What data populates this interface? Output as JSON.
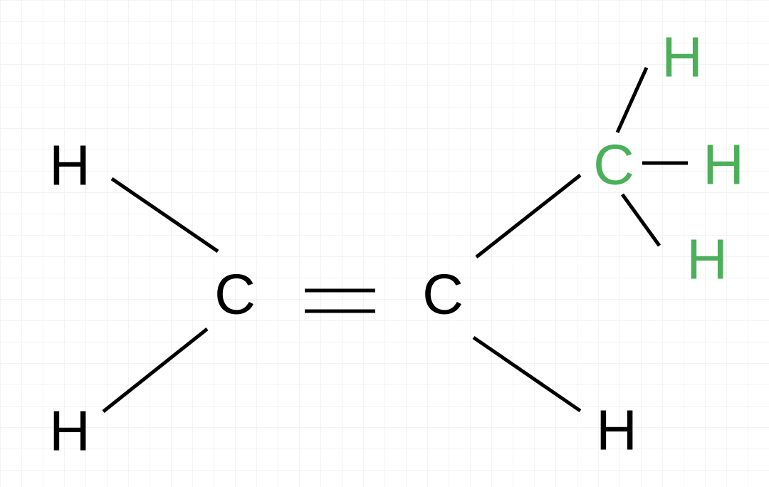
{
  "molecule": {
    "atoms": {
      "c1": {
        "symbol": "C",
        "color": "#000000"
      },
      "c2": {
        "symbol": "C",
        "color": "#000000"
      },
      "c3": {
        "symbol": "C",
        "color": "#4caf5a"
      },
      "h_c1_top": {
        "symbol": "H",
        "color": "#000000"
      },
      "h_c1_bottom": {
        "symbol": "H",
        "color": "#000000"
      },
      "h_c2_bottom": {
        "symbol": "H",
        "color": "#000000"
      },
      "h_c3_top": {
        "symbol": "H",
        "color": "#4caf5a"
      },
      "h_c3_right": {
        "symbol": "H",
        "color": "#4caf5a"
      },
      "h_c3_bottom": {
        "symbol": "H",
        "color": "#4caf5a"
      }
    },
    "bonds": [
      {
        "from": "c1",
        "to": "c2",
        "order": 2
      },
      {
        "from": "c1",
        "to": "h_c1_top",
        "order": 1
      },
      {
        "from": "c1",
        "to": "h_c1_bottom",
        "order": 1
      },
      {
        "from": "c2",
        "to": "h_c2_bottom",
        "order": 1
      },
      {
        "from": "c2",
        "to": "c3",
        "order": 1
      },
      {
        "from": "c3",
        "to": "h_c3_top",
        "order": 1
      },
      {
        "from": "c3",
        "to": "h_c3_right",
        "order": 1
      },
      {
        "from": "c3",
        "to": "h_c3_bottom",
        "order": 1
      }
    ]
  }
}
